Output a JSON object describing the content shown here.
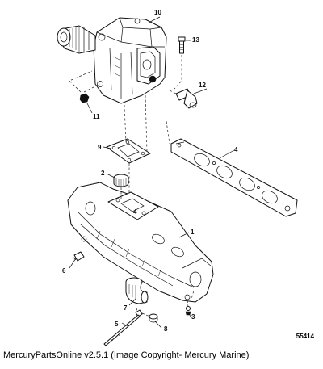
{
  "callouts": {
    "c1": "1",
    "c2": "2",
    "c3": "3",
    "c4": "4",
    "c4b": "4",
    "c5": "5",
    "c6": "6",
    "c7": "7",
    "c8": "8",
    "c9": "9",
    "c10": "10",
    "c11": "11",
    "c12": "12",
    "c13": "13"
  },
  "figure_number": "55414",
  "caption": "MercuryPartsOnline v2.5.1 (Image Copyright- Mercury Marine)"
}
